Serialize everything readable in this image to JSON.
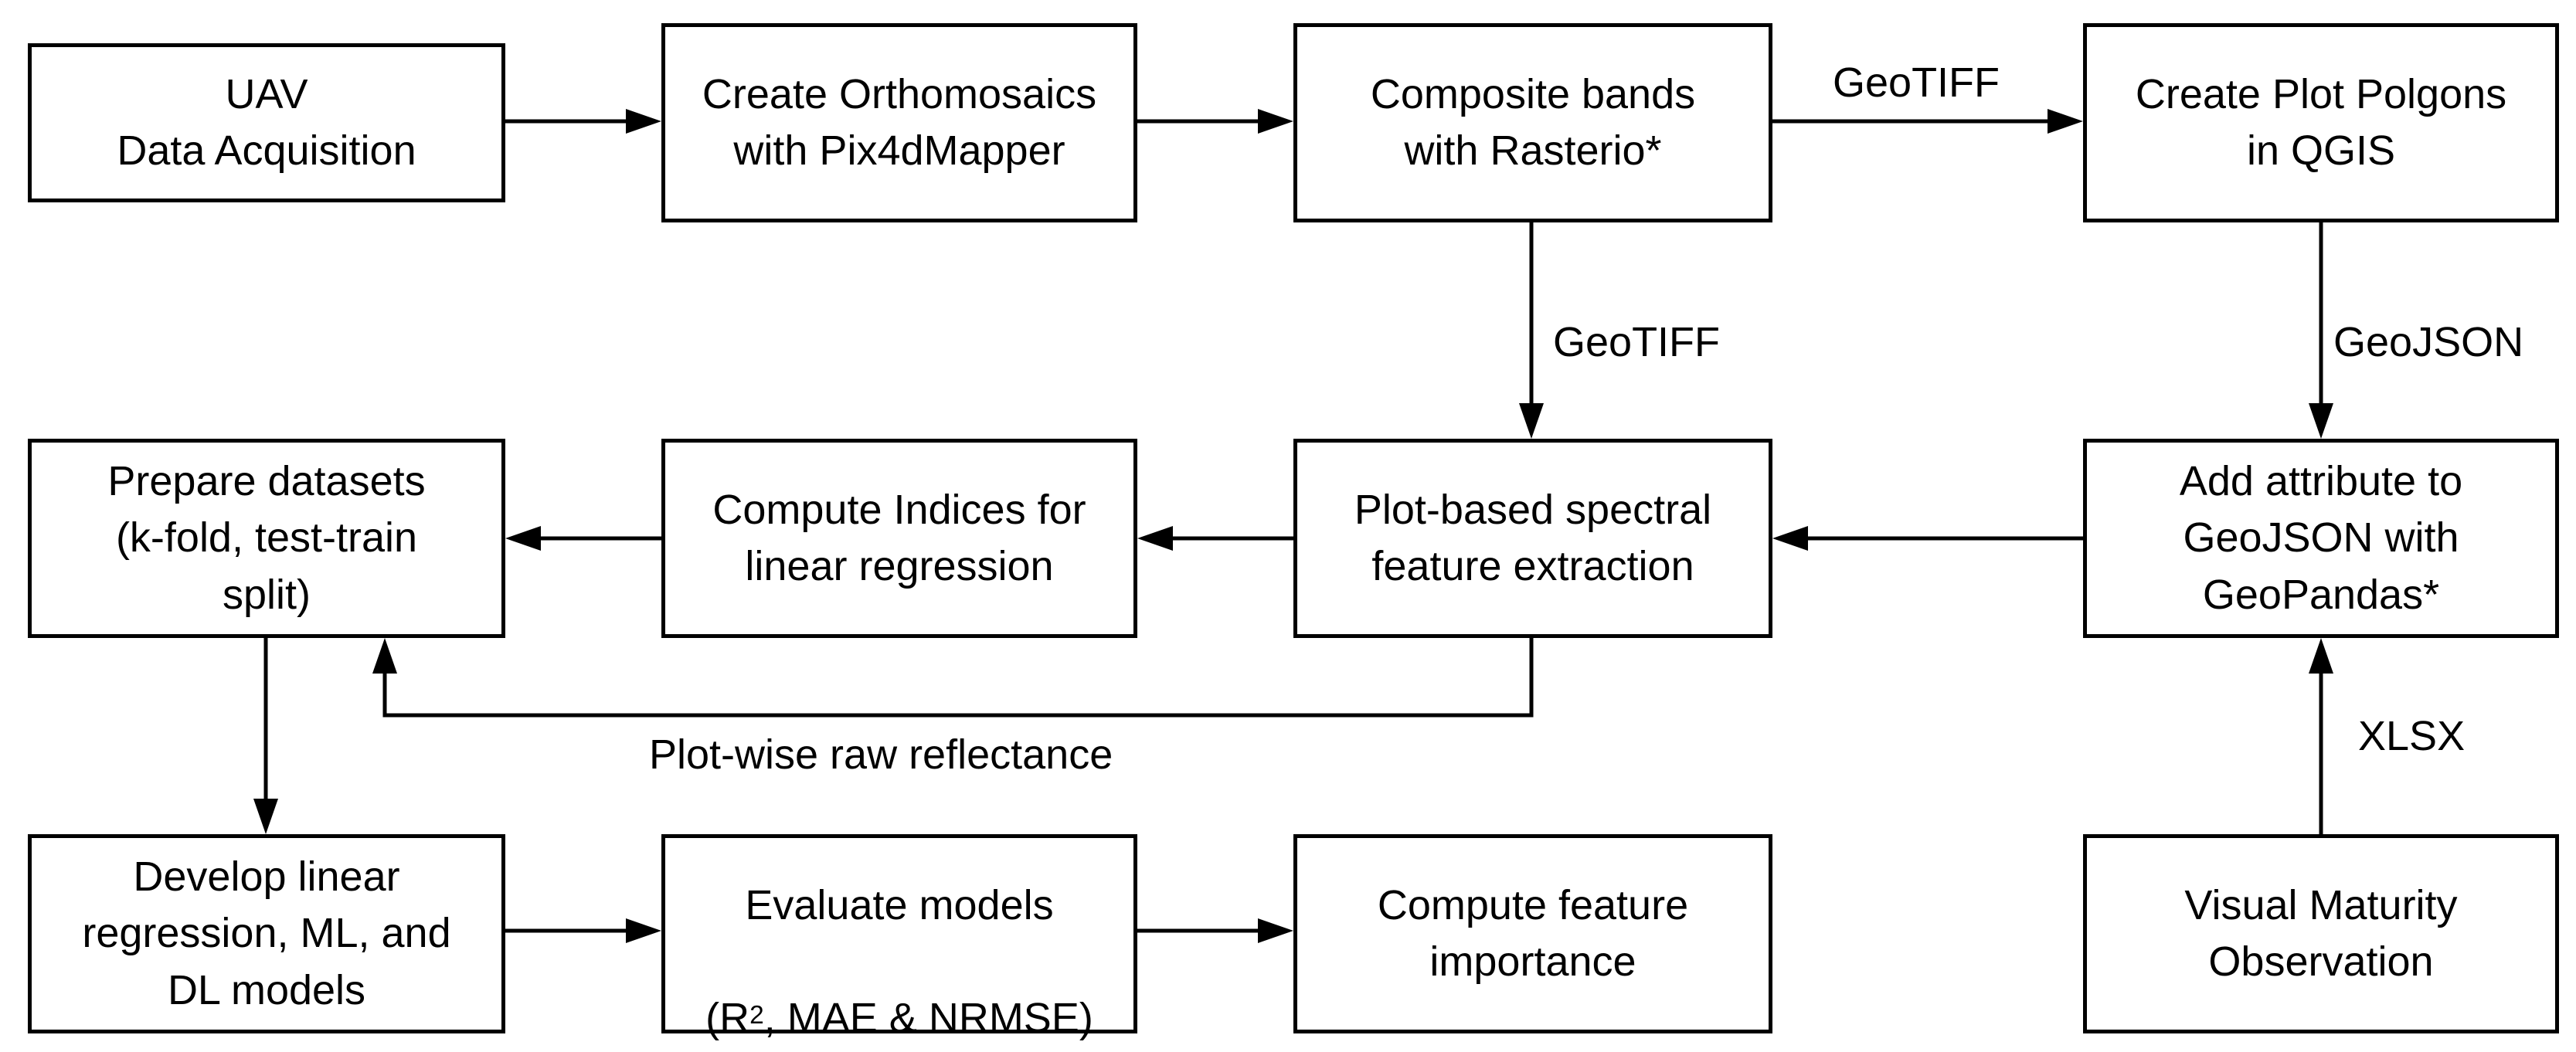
{
  "boxes": {
    "uav": "UAV\nData Acquisition",
    "ortho": "Create Orthomosaics\nwith Pix4dMapper",
    "composite": "Composite bands\nwith Rasterio*",
    "polygons": "Create Plot Polgons\nin QGIS",
    "prepare": "Prepare datasets\n(k-fold, test-train\nsplit)",
    "indices": "Compute Indices for\nlinear regression",
    "extraction": "Plot-based spectral\nfeature extraction",
    "attribute": "Add attribute to\nGeoJSON with\nGeoPandas*",
    "develop": "Develop linear\nregression, ML, and\nDL models",
    "evaluate": {
      "line1": "Evaluate models",
      "open": "(R",
      "sup": "2",
      "rest": ", MAE & NRMSE)"
    },
    "importance": "Compute feature\nimportance",
    "maturity": "Visual Maturity\nObservation"
  },
  "labels": {
    "geotiff_top": "GeoTIFF",
    "geotiff_down": "GeoTIFF",
    "geojson": "GeoJSON",
    "xlsx": "XLSX",
    "raw_reflectance": "Plot-wise raw reflectance"
  }
}
